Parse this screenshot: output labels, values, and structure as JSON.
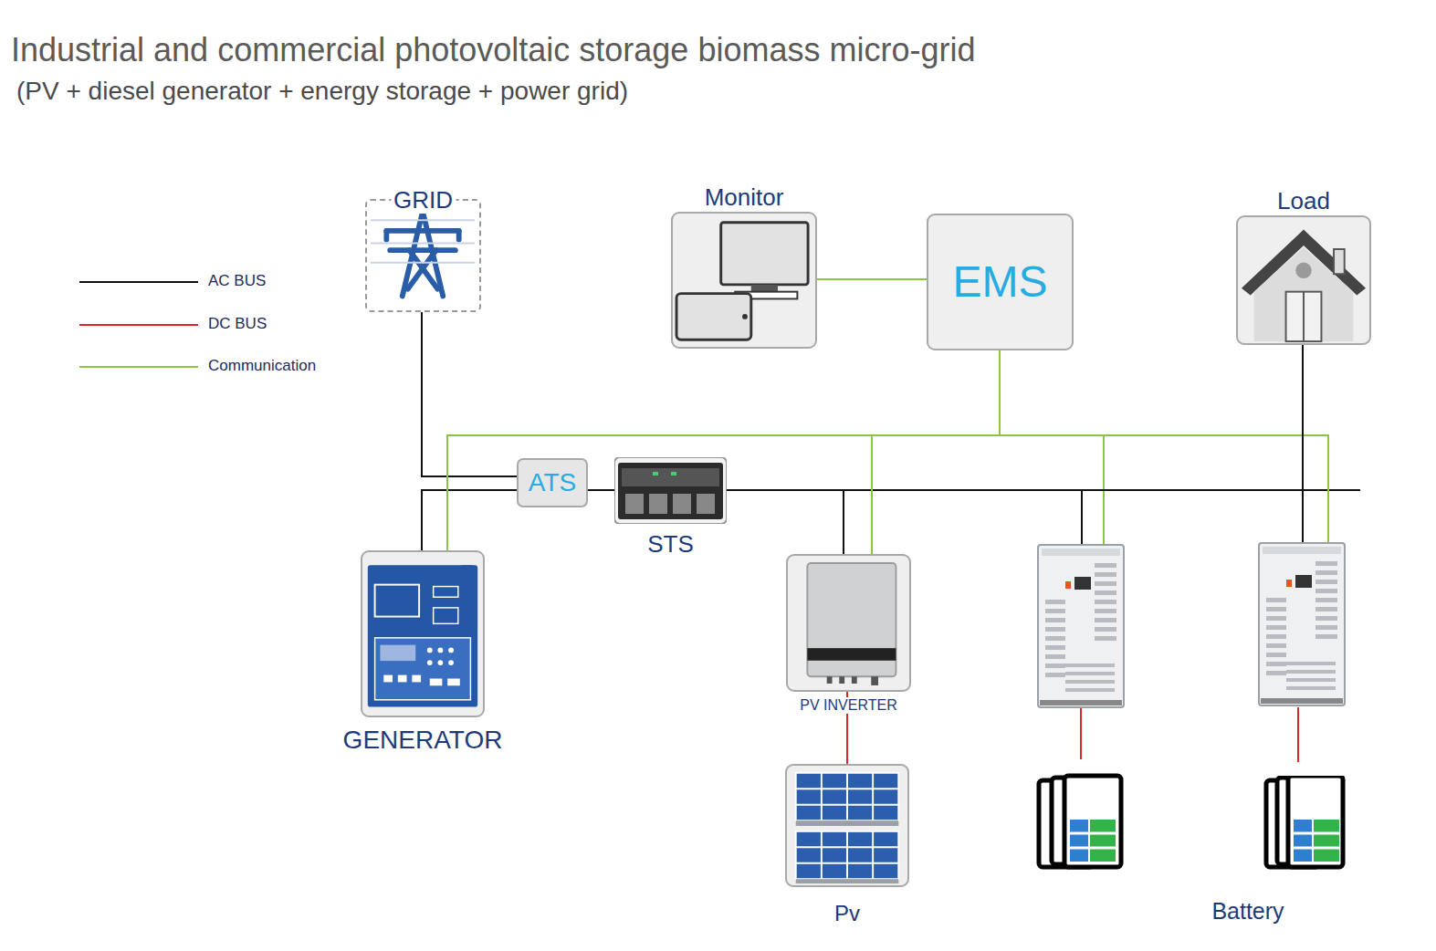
{
  "diagram": {
    "title": "Industrial and commercial photovoltaic storage biomass micro-grid",
    "nodes": [
      {
        "text": [
          "GRID"
        ]
      },
      {
        "text": [
          "Monitor"
        ]
      },
      {
        "text": [
          "EMS"
        ]
      },
      {
        "text": [
          "Load"
        ]
      },
      {
        "text": [
          "ATS"
        ]
      },
      {
        "text": [
          "STS"
        ]
      },
      {
        "text": [
          "GENERATOR"
        ]
      },
      {
        "text": [
          "PV INVERTER"
        ]
      },
      {
        "text": [
          "Pv"
        ]
      },
      {
        "text": [
          "Battery"
        ]
      }
    ],
    "edges": [
      {
        "from": 0,
        "to": 4,
        "arrow": "none"
      },
      {
        "from": 6,
        "to": 4,
        "arrow": "none"
      },
      {
        "from": 4,
        "to": 5,
        "arrow": "none"
      },
      {
        "from": 5,
        "to": 7,
        "arrow": "none"
      },
      {
        "from": 5,
        "to": 3,
        "arrow": "none"
      },
      {
        "from": 1,
        "to": 2,
        "arrow": "none"
      },
      {
        "from": 2,
        "to": 6,
        "arrow": "none"
      },
      {
        "from": 2,
        "to": 7,
        "arrow": "none"
      },
      {
        "from": 7,
        "to": 8,
        "arrow": "none"
      }
    ],
    "labels": [
      "(PV + diesel generator + energy storage + power grid)"
    ],
    "legend": [
      {
        "text": "AC BUS"
      },
      {
        "text": "DC BUS"
      },
      {
        "text": "Communication"
      }
    ]
  }
}
